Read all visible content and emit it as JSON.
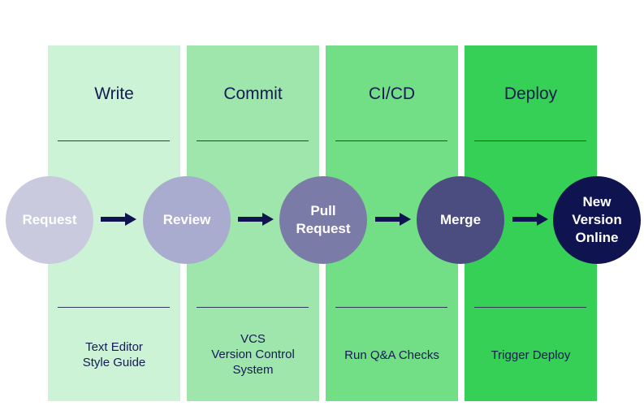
{
  "columns": [
    {
      "title": "Write",
      "description": "Text Editor\nStyle Guide",
      "color": "#cdf3d6"
    },
    {
      "title": "Commit",
      "description": "VCS\nVersion Control\nSystem",
      "color": "#9fe6ac"
    },
    {
      "title": "CI/CD",
      "description": "Run Q&A Checks",
      "color": "#72df86"
    },
    {
      "title": "Deploy",
      "description": "Trigger Deploy",
      "color": "#35d055"
    }
  ],
  "stages": [
    {
      "label": "Request",
      "color": "#c9cade"
    },
    {
      "label": "Review",
      "color": "#a9abcf"
    },
    {
      "label": "Pull\nRequest",
      "color": "#7b7ba7"
    },
    {
      "label": "Merge",
      "color": "#4b4d80"
    },
    {
      "label": "New\nVersion\nOnline",
      "color": "#0f1450"
    }
  ],
  "arrow_color": "#0f1450",
  "rule_color": "#2f3a55",
  "text_color": "#151a55"
}
